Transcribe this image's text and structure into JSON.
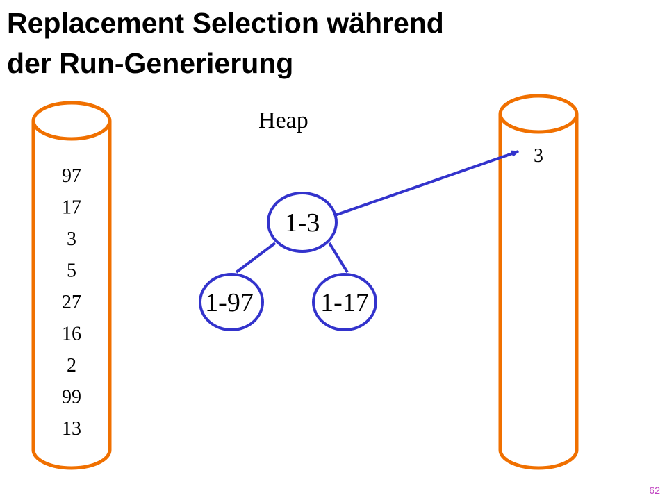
{
  "slide": {
    "title_line1": "Replacement Selection während",
    "title_line2": "der Run-Generierung",
    "page_number": "62"
  },
  "heap": {
    "label": "Heap",
    "root": "1-3",
    "left_child": "1-97",
    "right_child": "1-17"
  },
  "input_run": {
    "values": [
      "97",
      "17",
      "3",
      "5",
      "27",
      "16",
      "2",
      "99",
      "13"
    ]
  },
  "output_run": {
    "values": [
      "3"
    ]
  },
  "colors": {
    "cylinder": "#f07000",
    "heap_node": "#3333cc",
    "arrow": "#3333cc",
    "page_number": "#c040c0"
  }
}
